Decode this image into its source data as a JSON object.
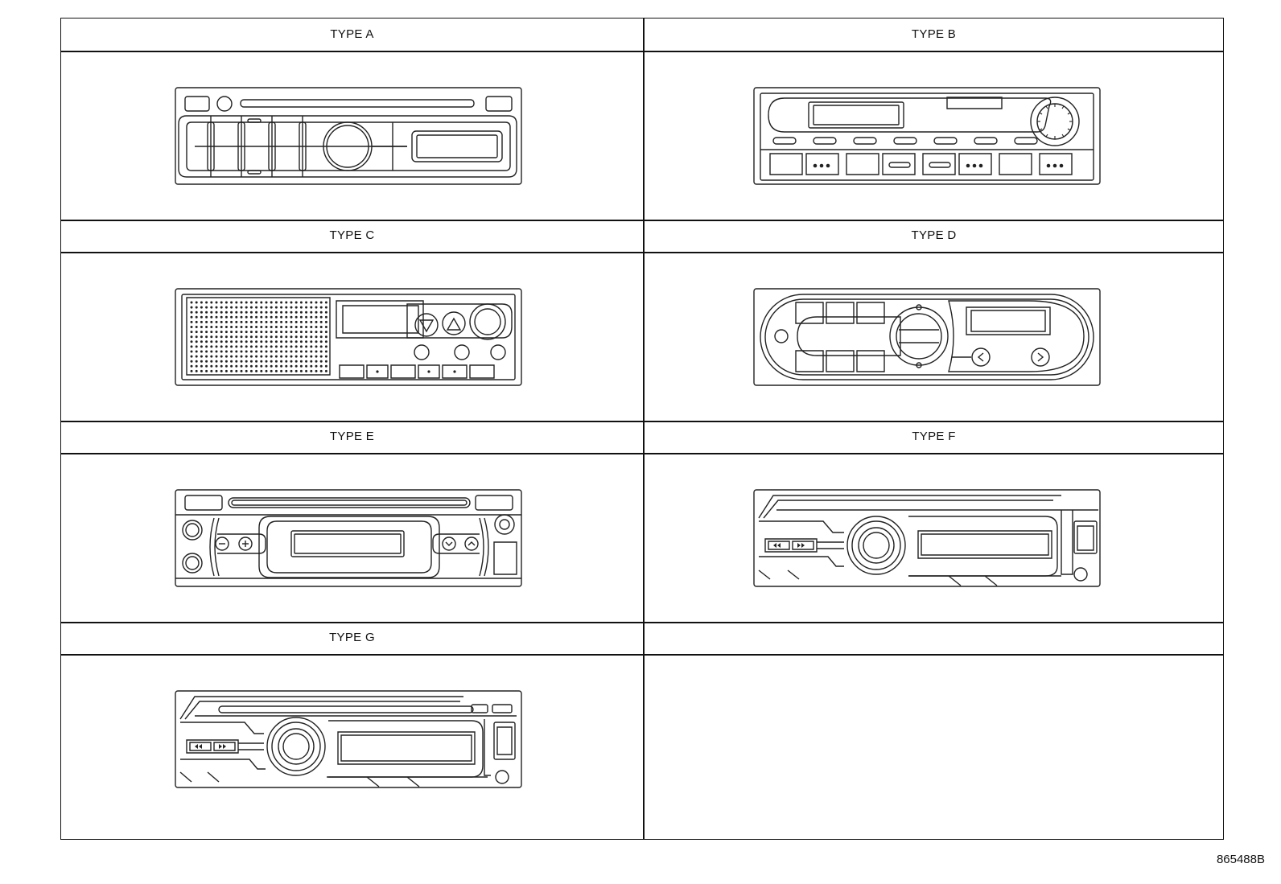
{
  "panels": [
    {
      "label": "TYPE A"
    },
    {
      "label": "TYPE B"
    },
    {
      "label": "TYPE C"
    },
    {
      "label": "TYPE D"
    },
    {
      "label": "TYPE E"
    },
    {
      "label": "TYPE F"
    },
    {
      "label": "TYPE G"
    },
    {
      "label": ""
    }
  ],
  "figure_code": "865488B",
  "icons": [
    "arrow-down-icon",
    "arrow-up-icon",
    "minus-icon",
    "plus-icon",
    "chevron-left-icon",
    "chevron-right-icon",
    "prev-track-icon",
    "next-track-icon"
  ]
}
